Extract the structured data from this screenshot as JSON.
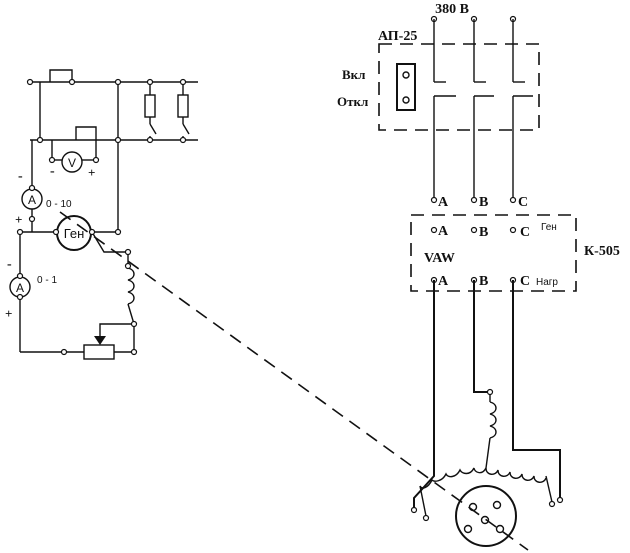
{
  "labels": {
    "supply": "380 В",
    "breaker": "АП-25",
    "on": "Вкл",
    "off": "Откл",
    "unit": "К-505",
    "vaw": "VAW",
    "gen_mark": "Ген",
    "load_mark": "Нагр",
    "gen": "Ген",
    "ammeter_1": "A",
    "ammeter_1_range": "0 - 10",
    "ammeter_2": "A",
    "ammeter_2_range": "0 - 1",
    "voltmeter": "V",
    "plus": "+",
    "minus": "-",
    "phase_a": "A",
    "phase_b": "B",
    "phase_c": "C"
  }
}
